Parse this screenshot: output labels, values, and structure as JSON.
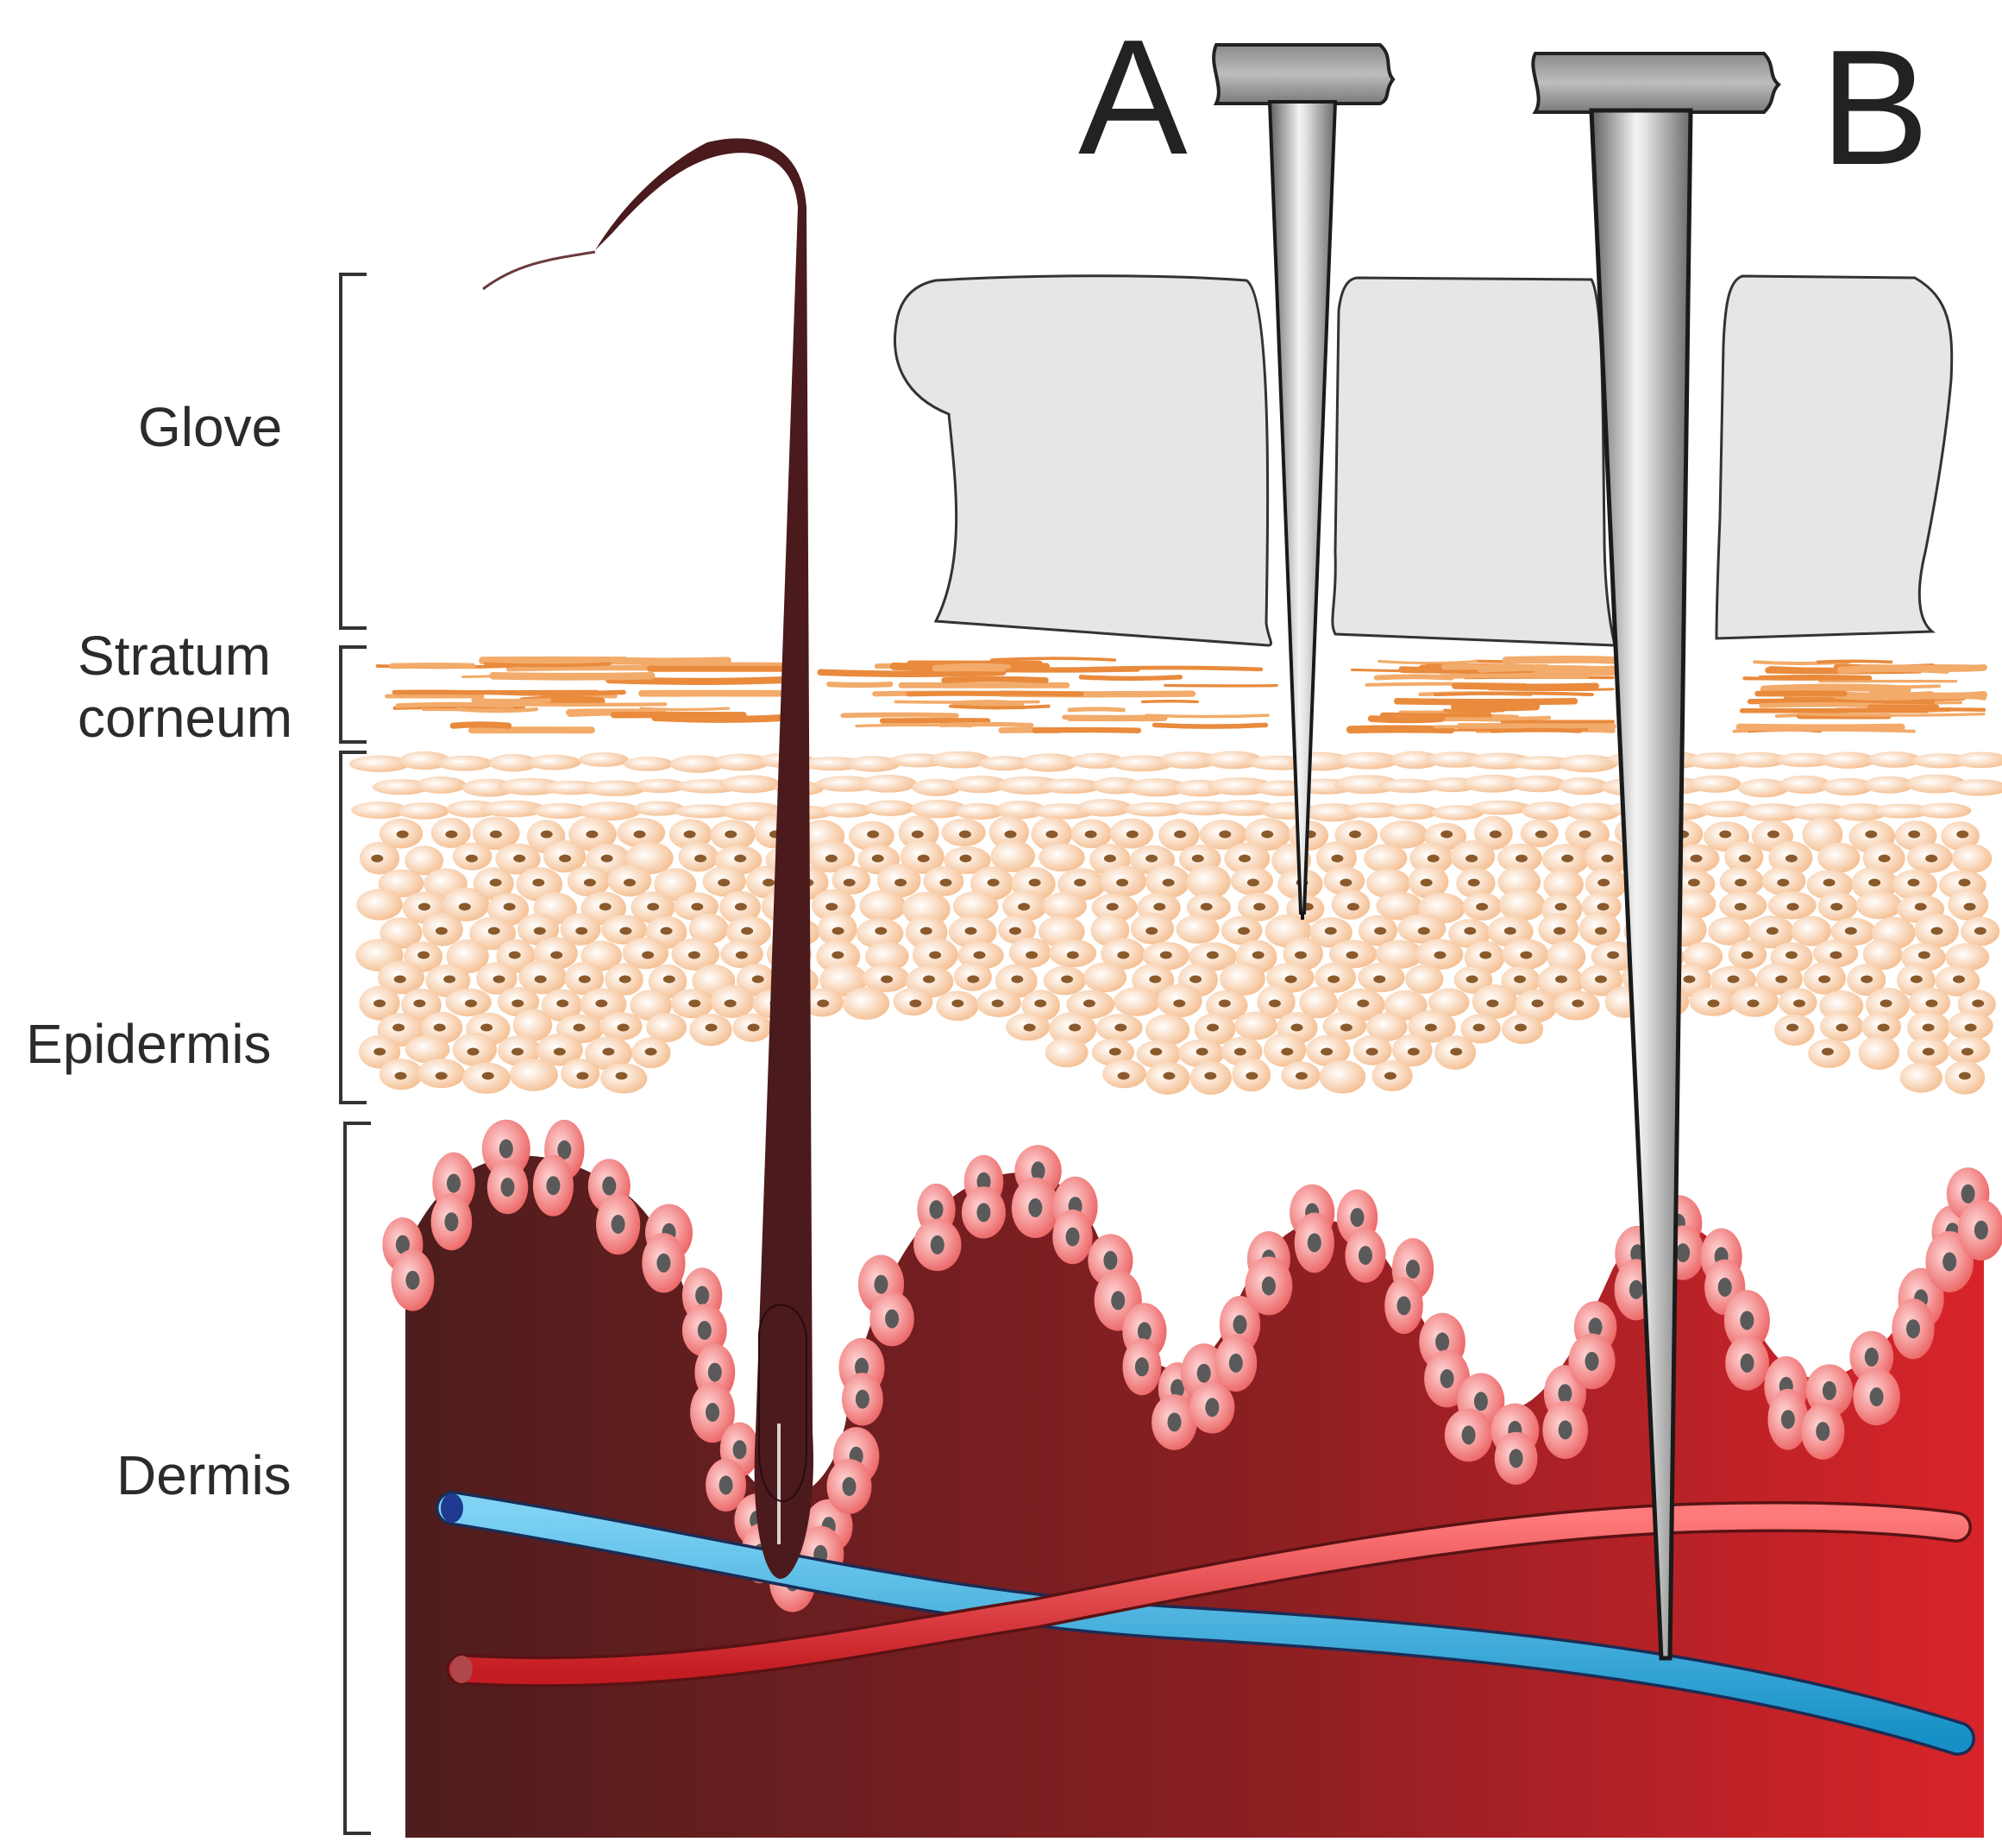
{
  "layer_labels": {
    "glove": "Glove",
    "stratum_line1": "Stratum",
    "stratum_line2": "corneum",
    "epidermis": "Epidermis",
    "dermis": "Dermis"
  },
  "needle_labels": {
    "a": "A",
    "b": "B"
  },
  "colors": {
    "glove_fill": "#e6e6e6",
    "stratum_orange": "#e98a3c",
    "epidermis_cell": "#f7c9a1",
    "cell_nucleus": "#8a5a2c",
    "dermis_dark": "#4e1d1d",
    "dermis_light": "#d8242a",
    "papilla_cell": "#f07a7a",
    "papilla_nucleus": "#5a5a5a",
    "hair": "#4a1a1d",
    "vein": "#1ea6dc",
    "artery": "#d8242a",
    "needle_metal": "#9a9a9a"
  }
}
